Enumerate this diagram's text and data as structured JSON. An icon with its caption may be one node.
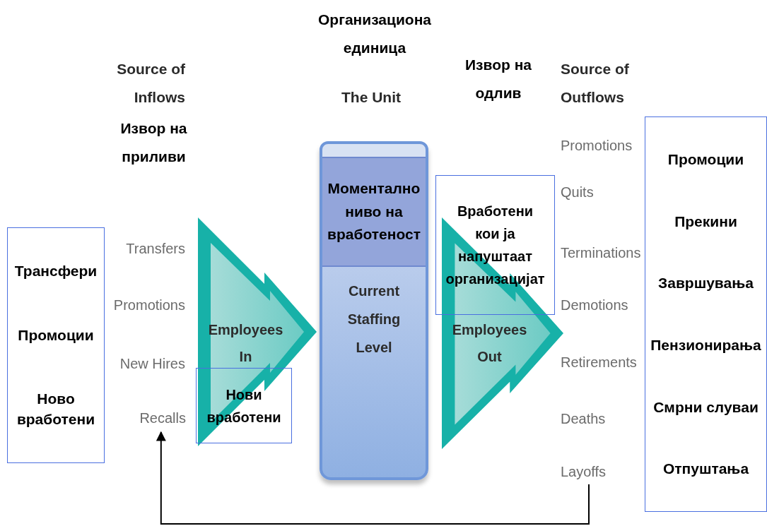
{
  "diagram": {
    "nodes": [
      {
        "text": [
          "Трансфери",
          "Промоции",
          "Ново вработени"
        ]
      },
      {
        "text": [
          "Recalls"
        ]
      },
      {
        "text": [
          "Нови вработени"
        ]
      },
      {
        "text": [
          "Моментално ниво на вработеност",
          "Current Staffing Level"
        ]
      },
      {
        "text": [
          "Вработени кои ја напуштаат организацијат"
        ]
      },
      {
        "text": [
          "Layoffs"
        ]
      },
      {
        "text": [
          "Промоции",
          "Прекини",
          "Завршувања",
          "Пензионирања",
          "Смрни слуваи",
          "Отпуштања"
        ]
      }
    ],
    "edges": [
      {
        "from": 5,
        "to": 1,
        "arrow": "to"
      },
      {
        "from": 0,
        "to": 3,
        "arrow": "to",
        "label": "Employees In"
      },
      {
        "from": 3,
        "to": 6,
        "arrow": "to",
        "label": "Employees Out"
      }
    ],
    "labels": [
      "Организациона единица",
      "Source of Inflows",
      "Извор на одлив",
      "Source of Outflows",
      "The Unit",
      "Извор на приливи",
      "Promotions",
      "Transfers",
      "Quits",
      "Terminations",
      "Promotions",
      "Demotions",
      "New Hires",
      "Retirements",
      "Deaths"
    ]
  }
}
